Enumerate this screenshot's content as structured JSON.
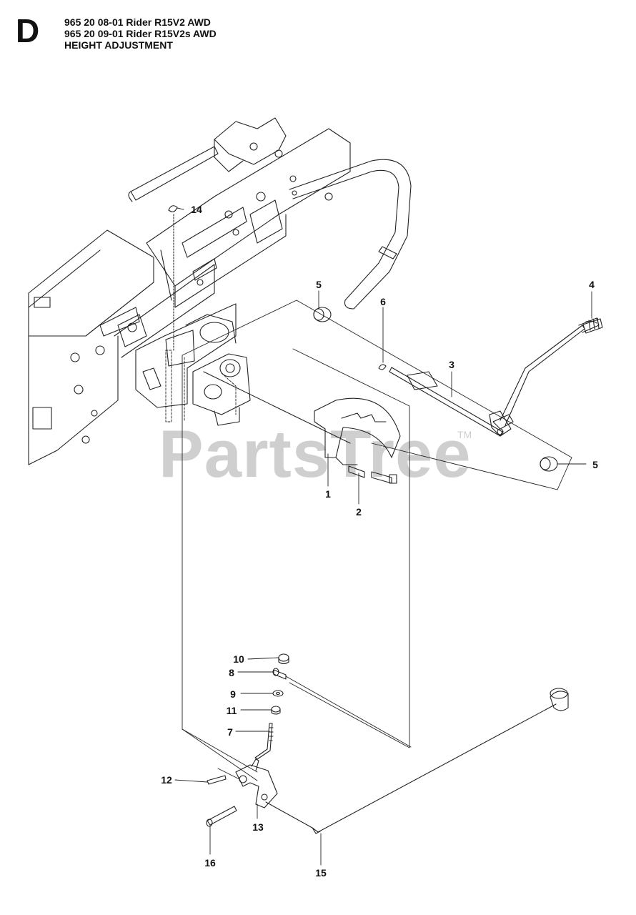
{
  "header": {
    "section_letter": "D",
    "line1": "965 20 08-01 Rider R15V2 AWD",
    "line2": "965 20 09-01 Rider R15V2s AWD",
    "line3": "HEIGHT ADJUSTMENT"
  },
  "watermark": {
    "text": "PartsTree",
    "trademark": "TM"
  },
  "callouts": {
    "c1": "1",
    "c2": "2",
    "c3": "3",
    "c4": "4",
    "c5a": "5",
    "c5b": "5",
    "c6": "6",
    "c7": "7",
    "c8": "8",
    "c9": "9",
    "c10": "10",
    "c11": "11",
    "c12": "12",
    "c13": "13",
    "c14": "14",
    "c15": "15",
    "c16": "16"
  }
}
